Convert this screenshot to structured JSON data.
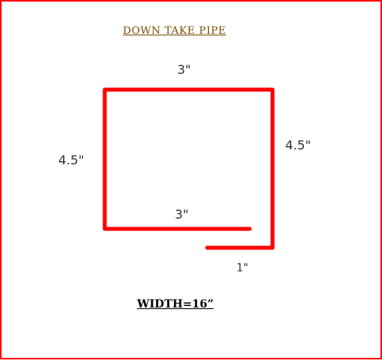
{
  "title": "DOWN TAKE PIPE",
  "dimensions": {
    "top_width": "3\"",
    "right_height": "4.5\"",
    "left_height": "4.5\"",
    "inner_bottom": "3\"",
    "flange": "1\""
  },
  "width_label": "WIDTH=16”",
  "colors": {
    "border": "#ff0000",
    "profile_line": "#ff0000",
    "title_text": "#7a4a00",
    "dimension_text": "#333333"
  }
}
